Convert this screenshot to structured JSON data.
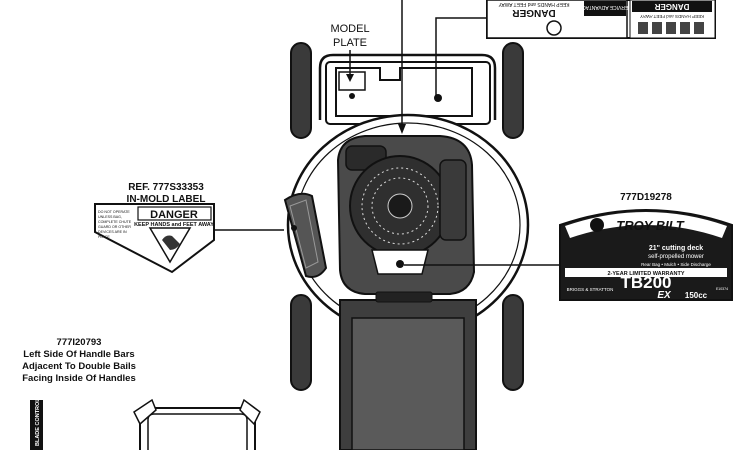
{
  "model_plate": {
    "line1": "MODEL",
    "line2": "PLATE"
  },
  "top_label": {
    "danger_left": "DANGER",
    "keep_away_left": "KEEP HANDS and FEET AWAY",
    "service_left": "SERVICE ADVANTAGE",
    "danger_right": "DANGER",
    "keep_away_right": "KEEP HANDS and FEET AWAY"
  },
  "inmold_label": {
    "ref": "REF. 777S33353",
    "title": "IN-MOLD LABEL",
    "danger": "DANGER",
    "keep_away": "KEEP HANDS and FEET AWAY",
    "warning_text": [
      "DO NOT OPERATE",
      "UNLESS BAG,",
      "COMPLETE CHUTE",
      "GUARD OR OTHER",
      "DEVICES ARE IN",
      "PLACE"
    ]
  },
  "deck_label": {
    "part_no": "777D19278",
    "brand": "TROY-BILT",
    "deck_size": "21\" cutting deck",
    "mower_type": "self-propelled mower",
    "features": "Rear Bag • Mulch • Side Discharge",
    "warranty": "2-YEAR LIMITED WARRANTY",
    "model": "TB200",
    "engine_brand": "BRIGGS & STRATTON",
    "engine_series": "EX",
    "engine_cc": "150cc",
    "code": "E10374"
  },
  "handle_label": {
    "part_no": "777I20793",
    "line1": "Left Side Of Handle Bars",
    "line2": "Adjacent To Double Bails",
    "line3": "Facing Inside Of Handles",
    "strip_text": "BLADE CONTROL"
  },
  "colors": {
    "ink": "#111111",
    "label_dark": "#1a1a1a",
    "mower_gray": "#444444",
    "light_fill": "#ffffff"
  }
}
